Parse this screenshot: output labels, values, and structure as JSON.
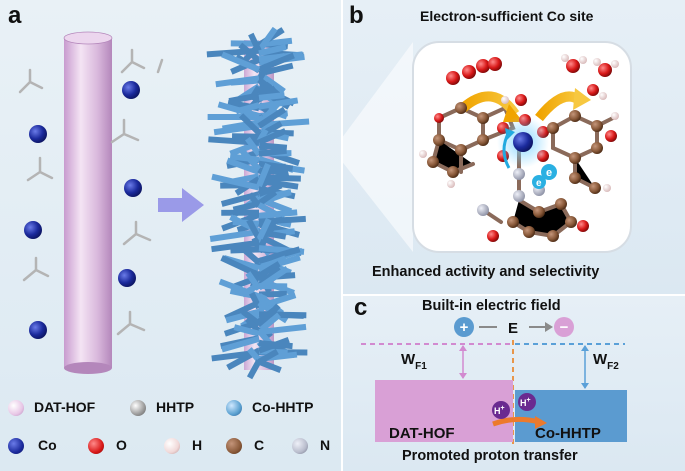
{
  "panel_labels": {
    "a": "a",
    "b": "b",
    "c": "c"
  },
  "panel_b": {
    "title": "Electron-sufficient Co site",
    "caption": "Enhanced activity and selectivity",
    "electron_labels": [
      "e",
      "e"
    ]
  },
  "panel_c": {
    "title": "Built-in electric field",
    "plus_symbol": "+",
    "minus_symbol": "−",
    "field_label": "E",
    "wf1_main": "W",
    "wf1_sub": "F1",
    "wf2_main": "W",
    "wf2_sub": "F2",
    "left_block_label": "DAT-HOF",
    "right_block_label": "Co-HHTP",
    "proton_main": "H",
    "proton_sup": "+",
    "caption": "Promoted proton transfer",
    "colors": {
      "left_block": "#d9a0d6",
      "right_block": "#5b9bd0",
      "left_dash": "#d28ad0",
      "right_dash": "#5aa0d8"
    }
  },
  "legend": {
    "row1": [
      {
        "label": "DAT-HOF",
        "color": "#e8c7e6",
        "icon": "pink-sphere-icon"
      },
      {
        "label": "HHTP",
        "color": "#9a9a9a",
        "icon": "gray-sphere-icon"
      },
      {
        "label": "Co-HHTP",
        "color": "#5aa0d0",
        "icon": "blue-sphere-icon"
      }
    ],
    "row2": [
      {
        "label": "Co",
        "color": "#1b2a9c",
        "icon": "cobalt-atom-icon"
      },
      {
        "label": "O",
        "color": "#d81818",
        "icon": "oxygen-atom-icon"
      },
      {
        "label": "H",
        "color": "#f0d8d8",
        "icon": "hydrogen-atom-icon"
      },
      {
        "label": "C",
        "color": "#8a5a3a",
        "icon": "carbon-atom-icon"
      },
      {
        "label": "N",
        "color": "#b8bccc",
        "icon": "nitrogen-atom-icon"
      }
    ]
  },
  "colors": {
    "arrow": "#9a9ae8",
    "rod": "#d9b8dc",
    "rod_stick": "#5f9fd6",
    "cobalt": "#1b2a9c"
  }
}
